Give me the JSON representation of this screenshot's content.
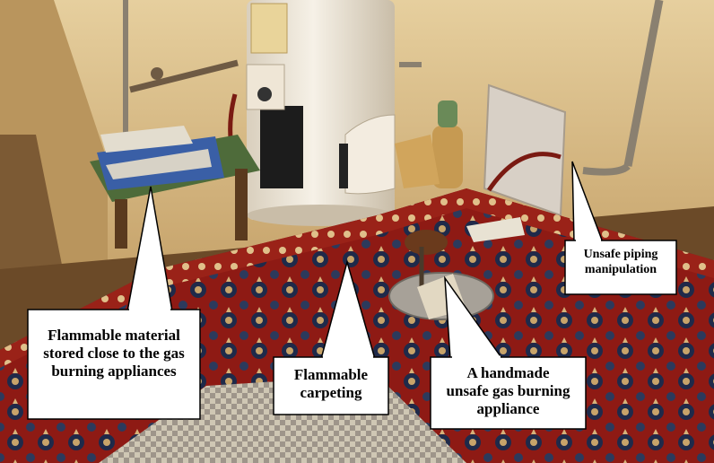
{
  "photo": {
    "subject": "basement room with gas water heater on patterned carpet",
    "colors": {
      "wall": "#e9d4a6",
      "wall_shadow": "#b89660",
      "heater": "#f2ece0",
      "carpet_red": "#8e1a14",
      "carpet_navy": "#1f2a4a",
      "floor": "#6b4a28",
      "wood": "#5a3a1e",
      "pipe": "#8a8070"
    }
  },
  "annotations": [
    {
      "id": "flammable-material",
      "text": "Flammable material stored close to the gas burning appliances"
    },
    {
      "id": "flammable-carpeting",
      "text": "Flammable carpeting"
    },
    {
      "id": "handmade-appliance",
      "text": "A handmade unsafe gas burning appliance"
    },
    {
      "id": "unsafe-piping",
      "text": "Unsafe piping manipulation"
    }
  ]
}
